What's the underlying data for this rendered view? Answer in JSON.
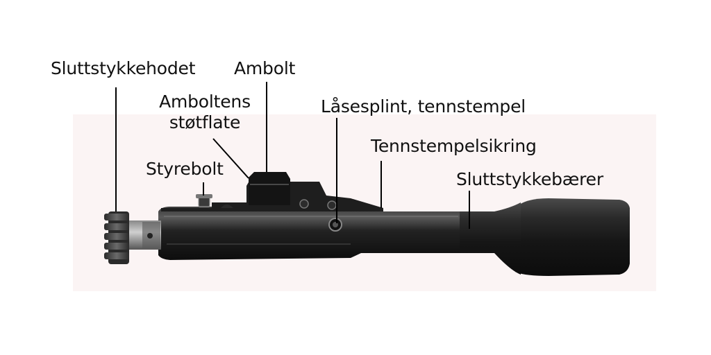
{
  "labels": {
    "bolt_head": "Sluttstykkehodet",
    "anvil": "Ambolt",
    "anvil_support": "Amboltens støtflate",
    "guide_bolt": "Styrebolt",
    "locking_pin": "Låsesplint, tennstempel",
    "firing_pin_retainer": "Tennstempelsikring",
    "bolt_carrier": "Sluttstykkebærer"
  },
  "colors": {
    "metal_dark": "#1c1c1c",
    "metal_mid": "#3a3a3a",
    "highlight": "#8a8a8a",
    "leader": "#000000",
    "text": "#111111",
    "background_tint": "#fbf3f3"
  }
}
